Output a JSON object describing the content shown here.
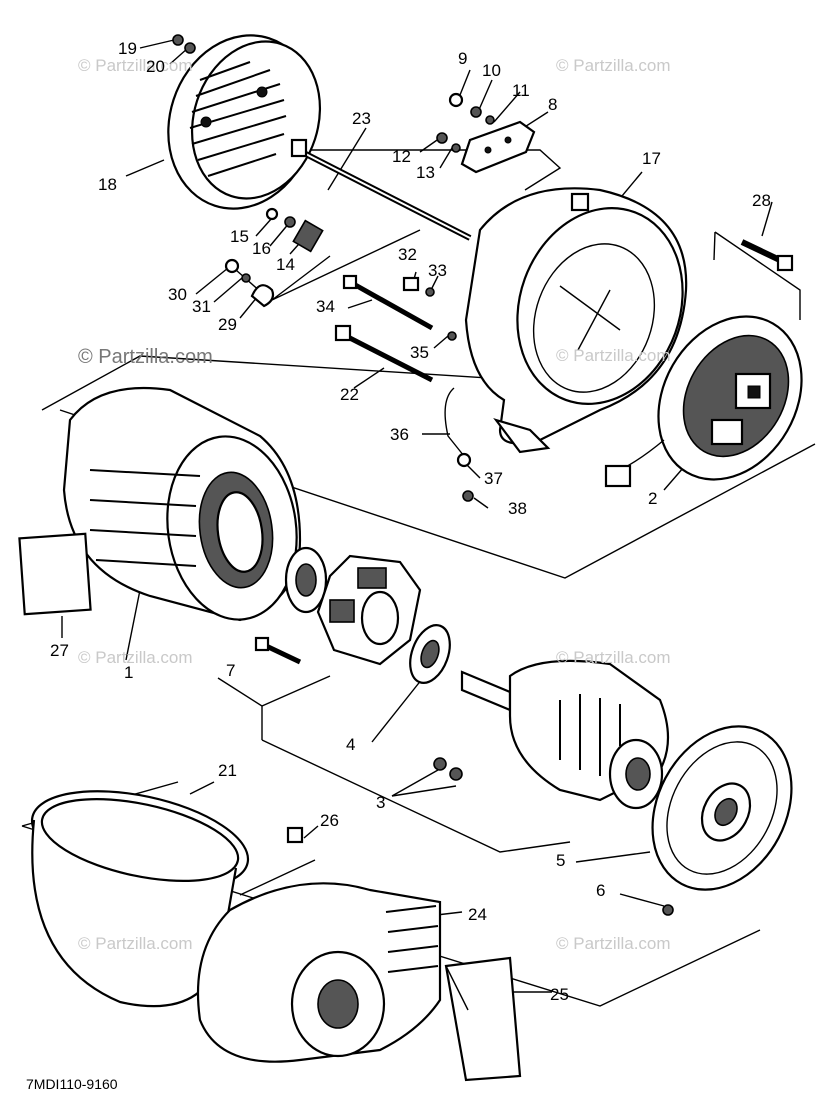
{
  "watermarks": {
    "partzilla": "© Partzilla.com"
  },
  "diagram_code": "7MDI110-9160",
  "callouts": {
    "p2": "2",
    "p3": "3",
    "p4": "4",
    "p5": "5",
    "p6": "6",
    "p7": "7",
    "p8": "8",
    "p9": "9",
    "p10": "10",
    "p11": "11",
    "p12": "12",
    "p13": "13",
    "p14": "14",
    "p15": "15",
    "p16": "16",
    "p17": "17",
    "p18": "18",
    "p19": "19",
    "p20": "20",
    "p21": "21",
    "p22": "22",
    "p23": "23",
    "p24": "24",
    "p25": "25",
    "p26": "26",
    "p27": "27",
    "p28": "28",
    "p29": "29",
    "p30": "30",
    "p31": "31",
    "p32": "32",
    "p33": "33",
    "p34": "34",
    "p35": "35",
    "p36": "36",
    "p37": "37",
    "p38": "38",
    "p1": "1"
  }
}
